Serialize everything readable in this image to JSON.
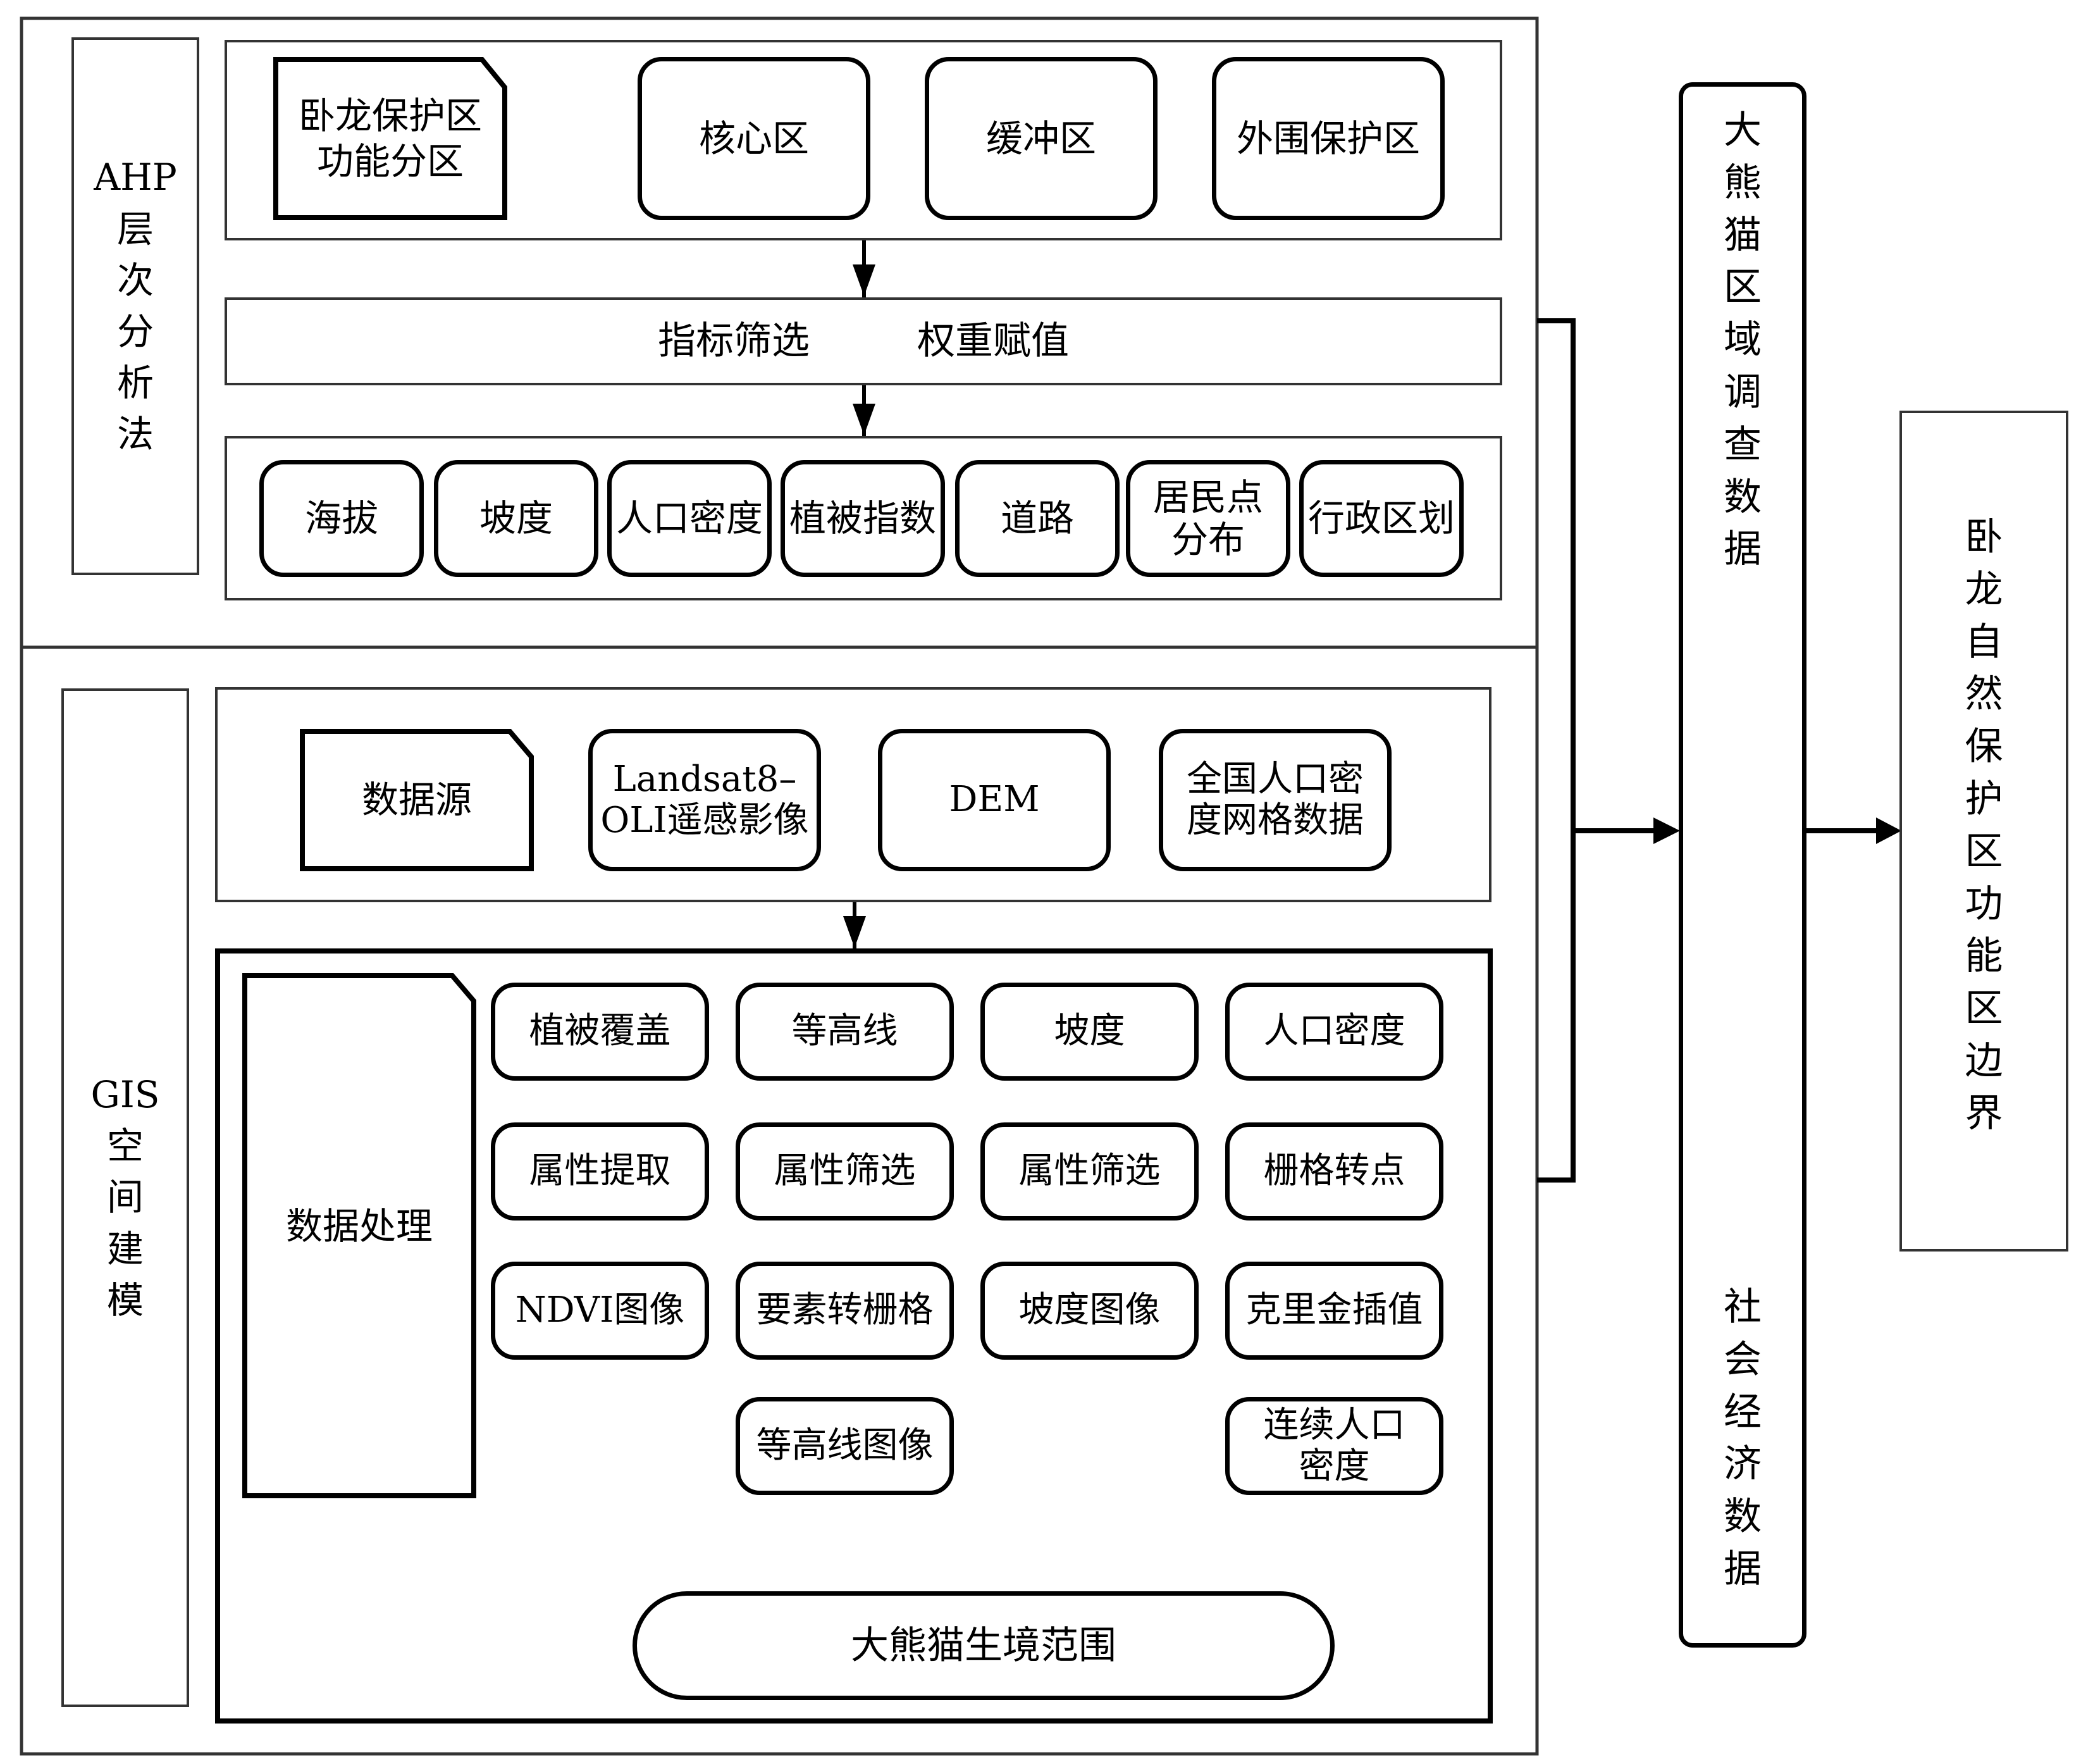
{
  "ahp_section": {
    "label_lines": [
      "AHP",
      "层",
      "次",
      "分",
      "析",
      "法"
    ],
    "zoning_doc": [
      "卧龙保护区",
      "功能分区"
    ],
    "zones": [
      "核心区",
      "缓冲区",
      "外围保护区"
    ],
    "process_steps": [
      "指标筛选",
      "权重赋值"
    ],
    "factors": [
      {
        "lines": [
          "海拔"
        ]
      },
      {
        "lines": [
          "坡度"
        ]
      },
      {
        "lines": [
          "人口密度"
        ]
      },
      {
        "lines": [
          "植被指数"
        ]
      },
      {
        "lines": [
          "道路"
        ]
      },
      {
        "lines": [
          "居民点",
          "分布"
        ]
      },
      {
        "lines": [
          "行政区划"
        ]
      }
    ]
  },
  "gis_section": {
    "label_lines": [
      "GIS",
      "空",
      "间",
      "建",
      "模"
    ],
    "data_source_doc": "数据源",
    "data_sources": [
      {
        "lines": [
          "Landsat8–",
          "OLI遥感影像"
        ]
      },
      {
        "lines": [
          "DEM"
        ]
      },
      {
        "lines": [
          "全国人口密",
          "度网格数据"
        ]
      }
    ],
    "processing_doc": "数据处理",
    "columns": [
      {
        "steps": [
          [
            "植被覆盖"
          ],
          [
            "属性提取"
          ],
          [
            "NDVI图像"
          ]
        ]
      },
      {
        "steps": [
          [
            "等高线"
          ],
          [
            "属性筛选"
          ],
          [
            "要素转栅格"
          ],
          [
            "等高线图像"
          ]
        ]
      },
      {
        "steps": [
          [
            "坡度"
          ],
          [
            "属性筛选"
          ],
          [
            "坡度图像"
          ]
        ]
      },
      {
        "steps": [
          [
            "人口密度"
          ],
          [
            "栅格转点"
          ],
          [
            "克里金插值"
          ],
          [
            "连续人口",
            "密度"
          ]
        ]
      }
    ],
    "result": "大熊猫生境范围"
  },
  "middle_column": {
    "top_lines": [
      "大",
      "熊",
      "猫",
      "区",
      "域",
      "调",
      "查",
      "数",
      "据"
    ],
    "bottom_lines": [
      "社",
      "会",
      "经",
      "济",
      "数",
      "据"
    ]
  },
  "output_box": {
    "lines": [
      "卧",
      "龙",
      "自",
      "然",
      "保",
      "护",
      "区",
      "功",
      "能",
      "区",
      "边",
      "界"
    ]
  }
}
